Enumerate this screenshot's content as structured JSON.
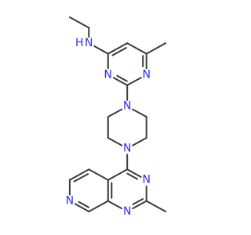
{
  "structure": {
    "atoms": [
      {
        "id": "C_et1",
        "label": ""
      },
      {
        "id": "C_et2",
        "label": ""
      },
      {
        "id": "N_amine",
        "label": "N",
        "extra": "H",
        "color": "#2c2cff"
      },
      {
        "id": "Py_C4",
        "label": ""
      },
      {
        "id": "Py_C5",
        "label": ""
      },
      {
        "id": "Py_C6",
        "label": ""
      },
      {
        "id": "C_me1",
        "label": ""
      },
      {
        "id": "Py_N1",
        "label": "N",
        "color": "#2c2cff"
      },
      {
        "id": "Py_C2",
        "label": ""
      },
      {
        "id": "Py_N3",
        "label": "N",
        "color": "#2c2cff"
      },
      {
        "id": "Pz_N1",
        "label": "N",
        "color": "#2c2cff"
      },
      {
        "id": "Pz_Ca",
        "label": ""
      },
      {
        "id": "Pz_Cb",
        "label": ""
      },
      {
        "id": "Pz_Cc",
        "label": ""
      },
      {
        "id": "Pz_Cd",
        "label": ""
      },
      {
        "id": "Pz_N4",
        "label": "N",
        "color": "#2c2cff"
      },
      {
        "id": "Bi_C4",
        "label": ""
      },
      {
        "id": "Bi_N3",
        "label": "N",
        "color": "#2c2cff"
      },
      {
        "id": "Bi_C2",
        "label": ""
      },
      {
        "id": "C_me2",
        "label": ""
      },
      {
        "id": "Bi_N1",
        "label": "N",
        "color": "#2c2cff"
      },
      {
        "id": "Bi_C8a",
        "label": ""
      },
      {
        "id": "Bi_C4a",
        "label": ""
      },
      {
        "id": "Bi_C5",
        "label": ""
      },
      {
        "id": "Bi_C6",
        "label": ""
      },
      {
        "id": "Bi_N7",
        "label": "N",
        "color": "#2c2cff"
      },
      {
        "id": "Bi_C8",
        "label": ""
      }
    ],
    "bonds": [
      {
        "from": "C_et1",
        "to": "C_et2",
        "order": 1
      },
      {
        "from": "C_et2",
        "to": "N_amine",
        "order": 1
      },
      {
        "from": "N_amine",
        "to": "Py_C4",
        "order": 1
      },
      {
        "from": "Py_C4",
        "to": "Py_C5",
        "order": 2
      },
      {
        "from": "Py_C5",
        "to": "Py_C6",
        "order": 1
      },
      {
        "from": "Py_C6",
        "to": "C_me1",
        "order": 1
      },
      {
        "from": "Py_C6",
        "to": "Py_N1",
        "order": 2
      },
      {
        "from": "Py_N1",
        "to": "Py_C2",
        "order": 1
      },
      {
        "from": "Py_C2",
        "to": "Py_N3",
        "order": 2
      },
      {
        "from": "Py_N3",
        "to": "Py_C4",
        "order": 1
      },
      {
        "from": "Py_C2",
        "to": "Pz_N1",
        "order": 1
      },
      {
        "from": "Pz_N1",
        "to": "Pz_Ca",
        "order": 1
      },
      {
        "from": "Pz_Ca",
        "to": "Pz_Cb",
        "order": 1
      },
      {
        "from": "Pz_Cb",
        "to": "Pz_N4",
        "order": 1
      },
      {
        "from": "Pz_N4",
        "to": "Pz_Cc",
        "order": 1
      },
      {
        "from": "Pz_Cc",
        "to": "Pz_Cd",
        "order": 1
      },
      {
        "from": "Pz_Cd",
        "to": "Pz_N1",
        "order": 1
      },
      {
        "from": "Pz_N4",
        "to": "Bi_C4",
        "order": 1
      },
      {
        "from": "Bi_C4",
        "to": "Bi_N3",
        "order": 2
      },
      {
        "from": "Bi_N3",
        "to": "Bi_C2",
        "order": 1
      },
      {
        "from": "Bi_C2",
        "to": "C_me2",
        "order": 1
      },
      {
        "from": "Bi_C2",
        "to": "Bi_N1",
        "order": 2
      },
      {
        "from": "Bi_N1",
        "to": "Bi_C8a",
        "order": 1
      },
      {
        "from": "Bi_C8a",
        "to": "Bi_C4a",
        "order": 2
      },
      {
        "from": "Bi_C4a",
        "to": "Bi_C4",
        "order": 1
      },
      {
        "from": "Bi_C4a",
        "to": "Bi_C5",
        "order": 1
      },
      {
        "from": "Bi_C5",
        "to": "Bi_C6",
        "order": 2
      },
      {
        "from": "Bi_C6",
        "to": "Bi_N7",
        "order": 1
      },
      {
        "from": "Bi_N7",
        "to": "Bi_C8",
        "order": 2
      },
      {
        "from": "Bi_C8",
        "to": "Bi_C8a",
        "order": 1
      }
    ]
  },
  "colors": {
    "bond": "#3a3a3a",
    "nitrogen": "#2c2cff",
    "background": "#ffffff"
  }
}
